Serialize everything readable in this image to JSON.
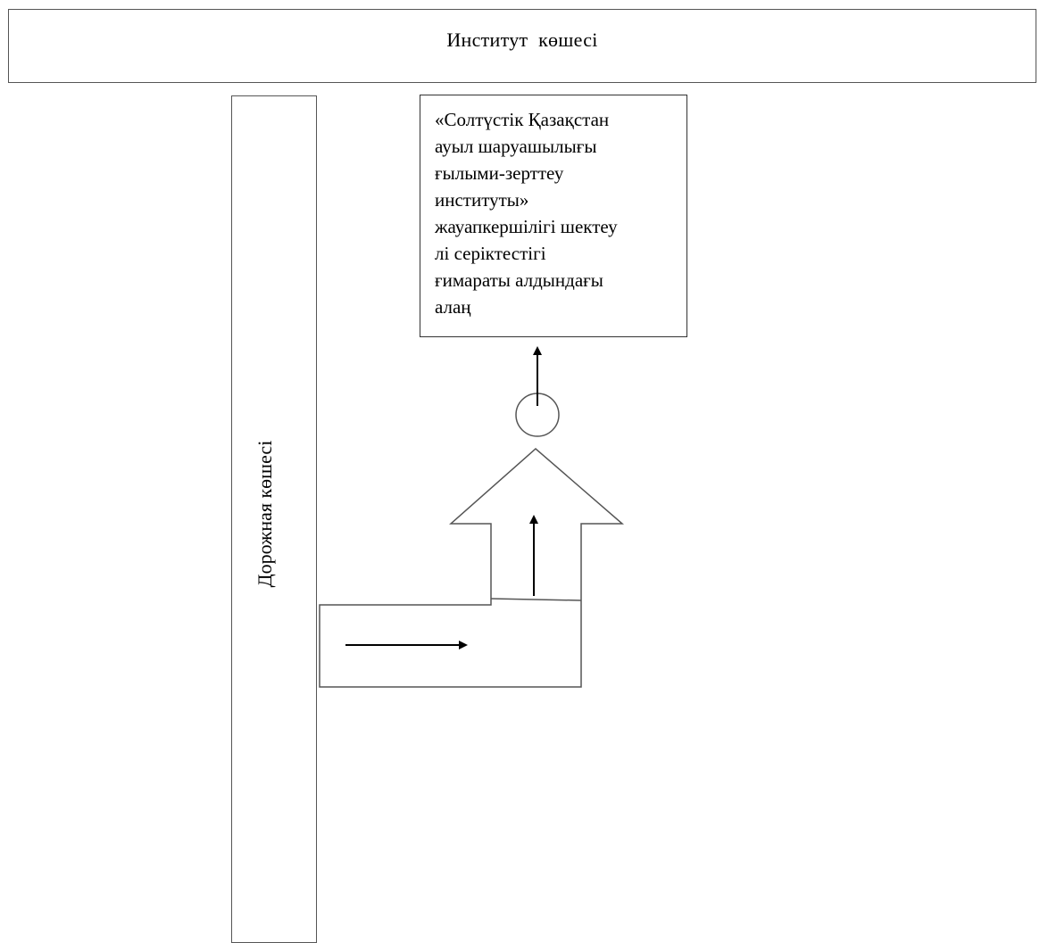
{
  "street_top": {
    "label": "Институт  көшесі"
  },
  "street_left": {
    "label": "Дорожная көшесі"
  },
  "destination": {
    "lines": [
      "«Солтүстік Қазақстан",
      "ауыл шаруашылығы",
      "ғылыми-зерттеу",
      "институты»",
      "жауапкершілігі шектеу",
      "лі серіктестігі",
      "ғимараты алдындағы",
      "алаң"
    ]
  },
  "colors": {
    "stroke": "#555555",
    "arrow": "#000000"
  }
}
